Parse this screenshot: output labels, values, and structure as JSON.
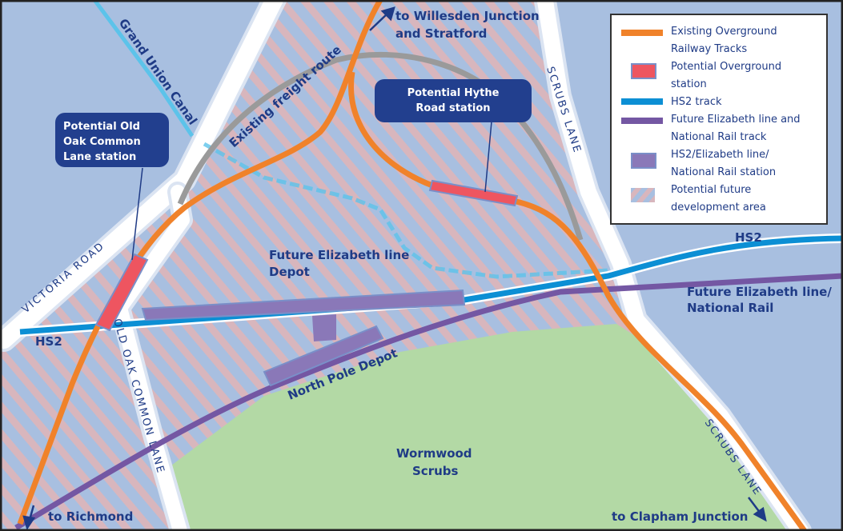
{
  "map": {
    "areas": {
      "canal": "Grand Union Canal",
      "freight": "Existing freight route",
      "depot": "Future Elizabeth line Depot",
      "north_pole": "North Pole Depot",
      "park_line1": "Wormwood",
      "park_line2": "Scrubs"
    },
    "roads": {
      "victoria": "VICTORIA ROAD",
      "old_oak": "OLD OAK COMMON LANE",
      "scrubs_top": "SCRUBS LANE",
      "scrubs_bottom": "SCRUBS LANE"
    },
    "lines": {
      "hs2_left": "HS2",
      "hs2_right": "HS2",
      "elizabeth_line1": "Future Elizabeth line/",
      "elizabeth_line2": "National Rail"
    },
    "directions": {
      "willesden_line1": "to Willesden Junction",
      "willesden_line2": "and Stratford",
      "richmond": "to Richmond",
      "clapham": "to Clapham Junction"
    },
    "callouts": {
      "old_oak": "Potential Old Oak Common Lane station",
      "hythe": "Potential Hythe Road station"
    }
  },
  "legend": {
    "items": [
      {
        "label": "Existing Overground Railway Tracks",
        "color": "#f0822a"
      },
      {
        "label": "Potential Overground station",
        "color": "#ee5560"
      },
      {
        "label": "HS2 track",
        "color": "#0c8fd4"
      },
      {
        "label": "Future Elizabeth line and National Rail track",
        "color": "#7457a3"
      },
      {
        "label": "HS2/Elizabeth line/ National Rail station",
        "color": "#8a78b8"
      },
      {
        "label": "Potential future development area",
        "color": "#d8b6bd"
      }
    ]
  },
  "colors": {
    "background": "#a8bfe0",
    "park": "#b3d9a5",
    "road": "#ffffff",
    "label": "#1f3b86",
    "freight": "#9a9a9a",
    "canal": "#5cc3ea"
  }
}
